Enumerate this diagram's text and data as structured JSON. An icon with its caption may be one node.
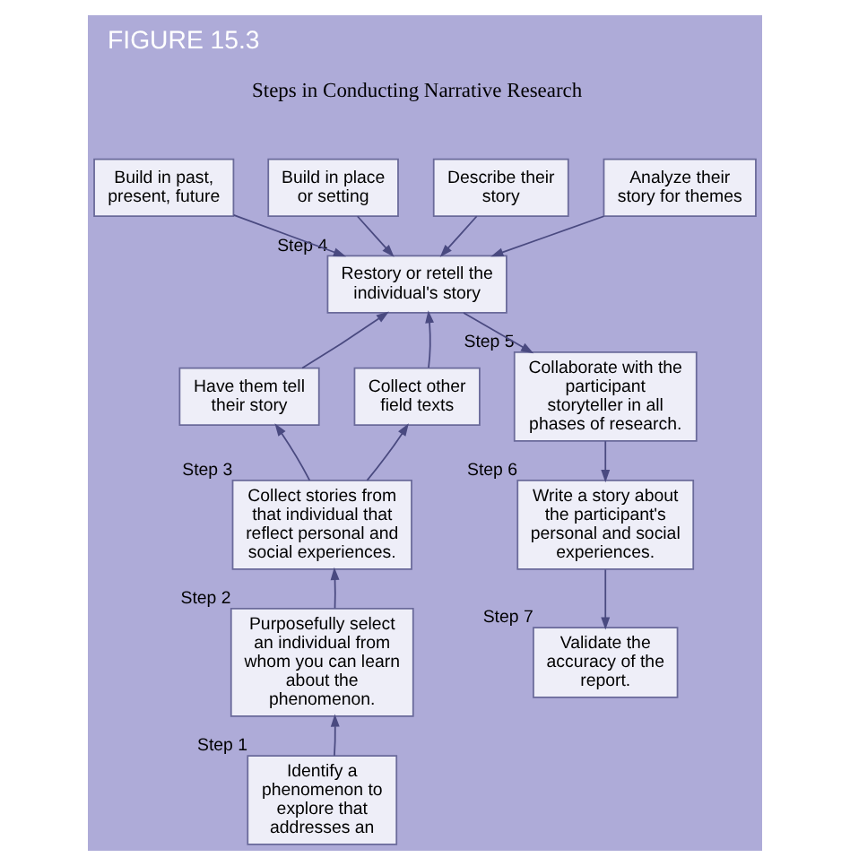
{
  "diagram": {
    "title": "FIGURE 15.3",
    "nodes": [
      {
        "text": [
          "Build in past, present, future"
        ]
      },
      {
        "text": [
          "Build in place or setting"
        ]
      },
      {
        "text": [
          "Describe their story"
        ]
      },
      {
        "text": [
          "Analyze their story for themes"
        ]
      },
      {
        "text": [
          "Restory or retell the individual's story"
        ],
        "beside": [
          "Step 4"
        ]
      },
      {
        "text": [
          "Have them tell their story"
        ]
      },
      {
        "text": [
          "Collect other field texts"
        ]
      },
      {
        "text": [
          "Collaborate with the participant storyteller in all phases of research."
        ],
        "beside": [
          "Step 5"
        ]
      },
      {
        "text": [
          "Collect stories from that individual that reflect personal and social experiences."
        ],
        "beside": [
          "Step 3"
        ]
      },
      {
        "text": [
          "Write a story about the participant's personal and social experiences."
        ],
        "beside": [
          "Step 6"
        ]
      },
      {
        "text": [
          "Purposefully select an individual from whom you can learn about the phenomenon."
        ],
        "beside": [
          "Step 2"
        ]
      },
      {
        "text": [
          "Validate the accuracy of the report."
        ],
        "beside": [
          "Step 7"
        ]
      },
      {
        "text": [
          "Identify a phenomenon to explore that addresses an"
        ],
        "beside": [
          "Step 1"
        ]
      }
    ],
    "edges": [
      {
        "from": 0,
        "to": 4,
        "arrow": "to"
      },
      {
        "from": 1,
        "to": 4,
        "arrow": "to"
      },
      {
        "from": 2,
        "to": 4,
        "arrow": "to"
      },
      {
        "from": 3,
        "to": 4,
        "arrow": "to"
      },
      {
        "from": 5,
        "to": 4,
        "arrow": "to"
      },
      {
        "from": 6,
        "to": 4,
        "arrow": "to"
      },
      {
        "from": 4,
        "to": 7,
        "arrow": "to"
      },
      {
        "from": 8,
        "to": 5,
        "arrow": "to"
      },
      {
        "from": 8,
        "to": 6,
        "arrow": "to"
      },
      {
        "from": 7,
        "to": 9,
        "arrow": "to"
      },
      {
        "from": 10,
        "to": 8,
        "arrow": "to"
      },
      {
        "from": 9,
        "to": 11,
        "arrow": "to"
      },
      {
        "from": 12,
        "to": 10,
        "arrow": "to"
      }
    ],
    "labels": [
      "Steps in Conducting Narrative Research"
    ]
  }
}
